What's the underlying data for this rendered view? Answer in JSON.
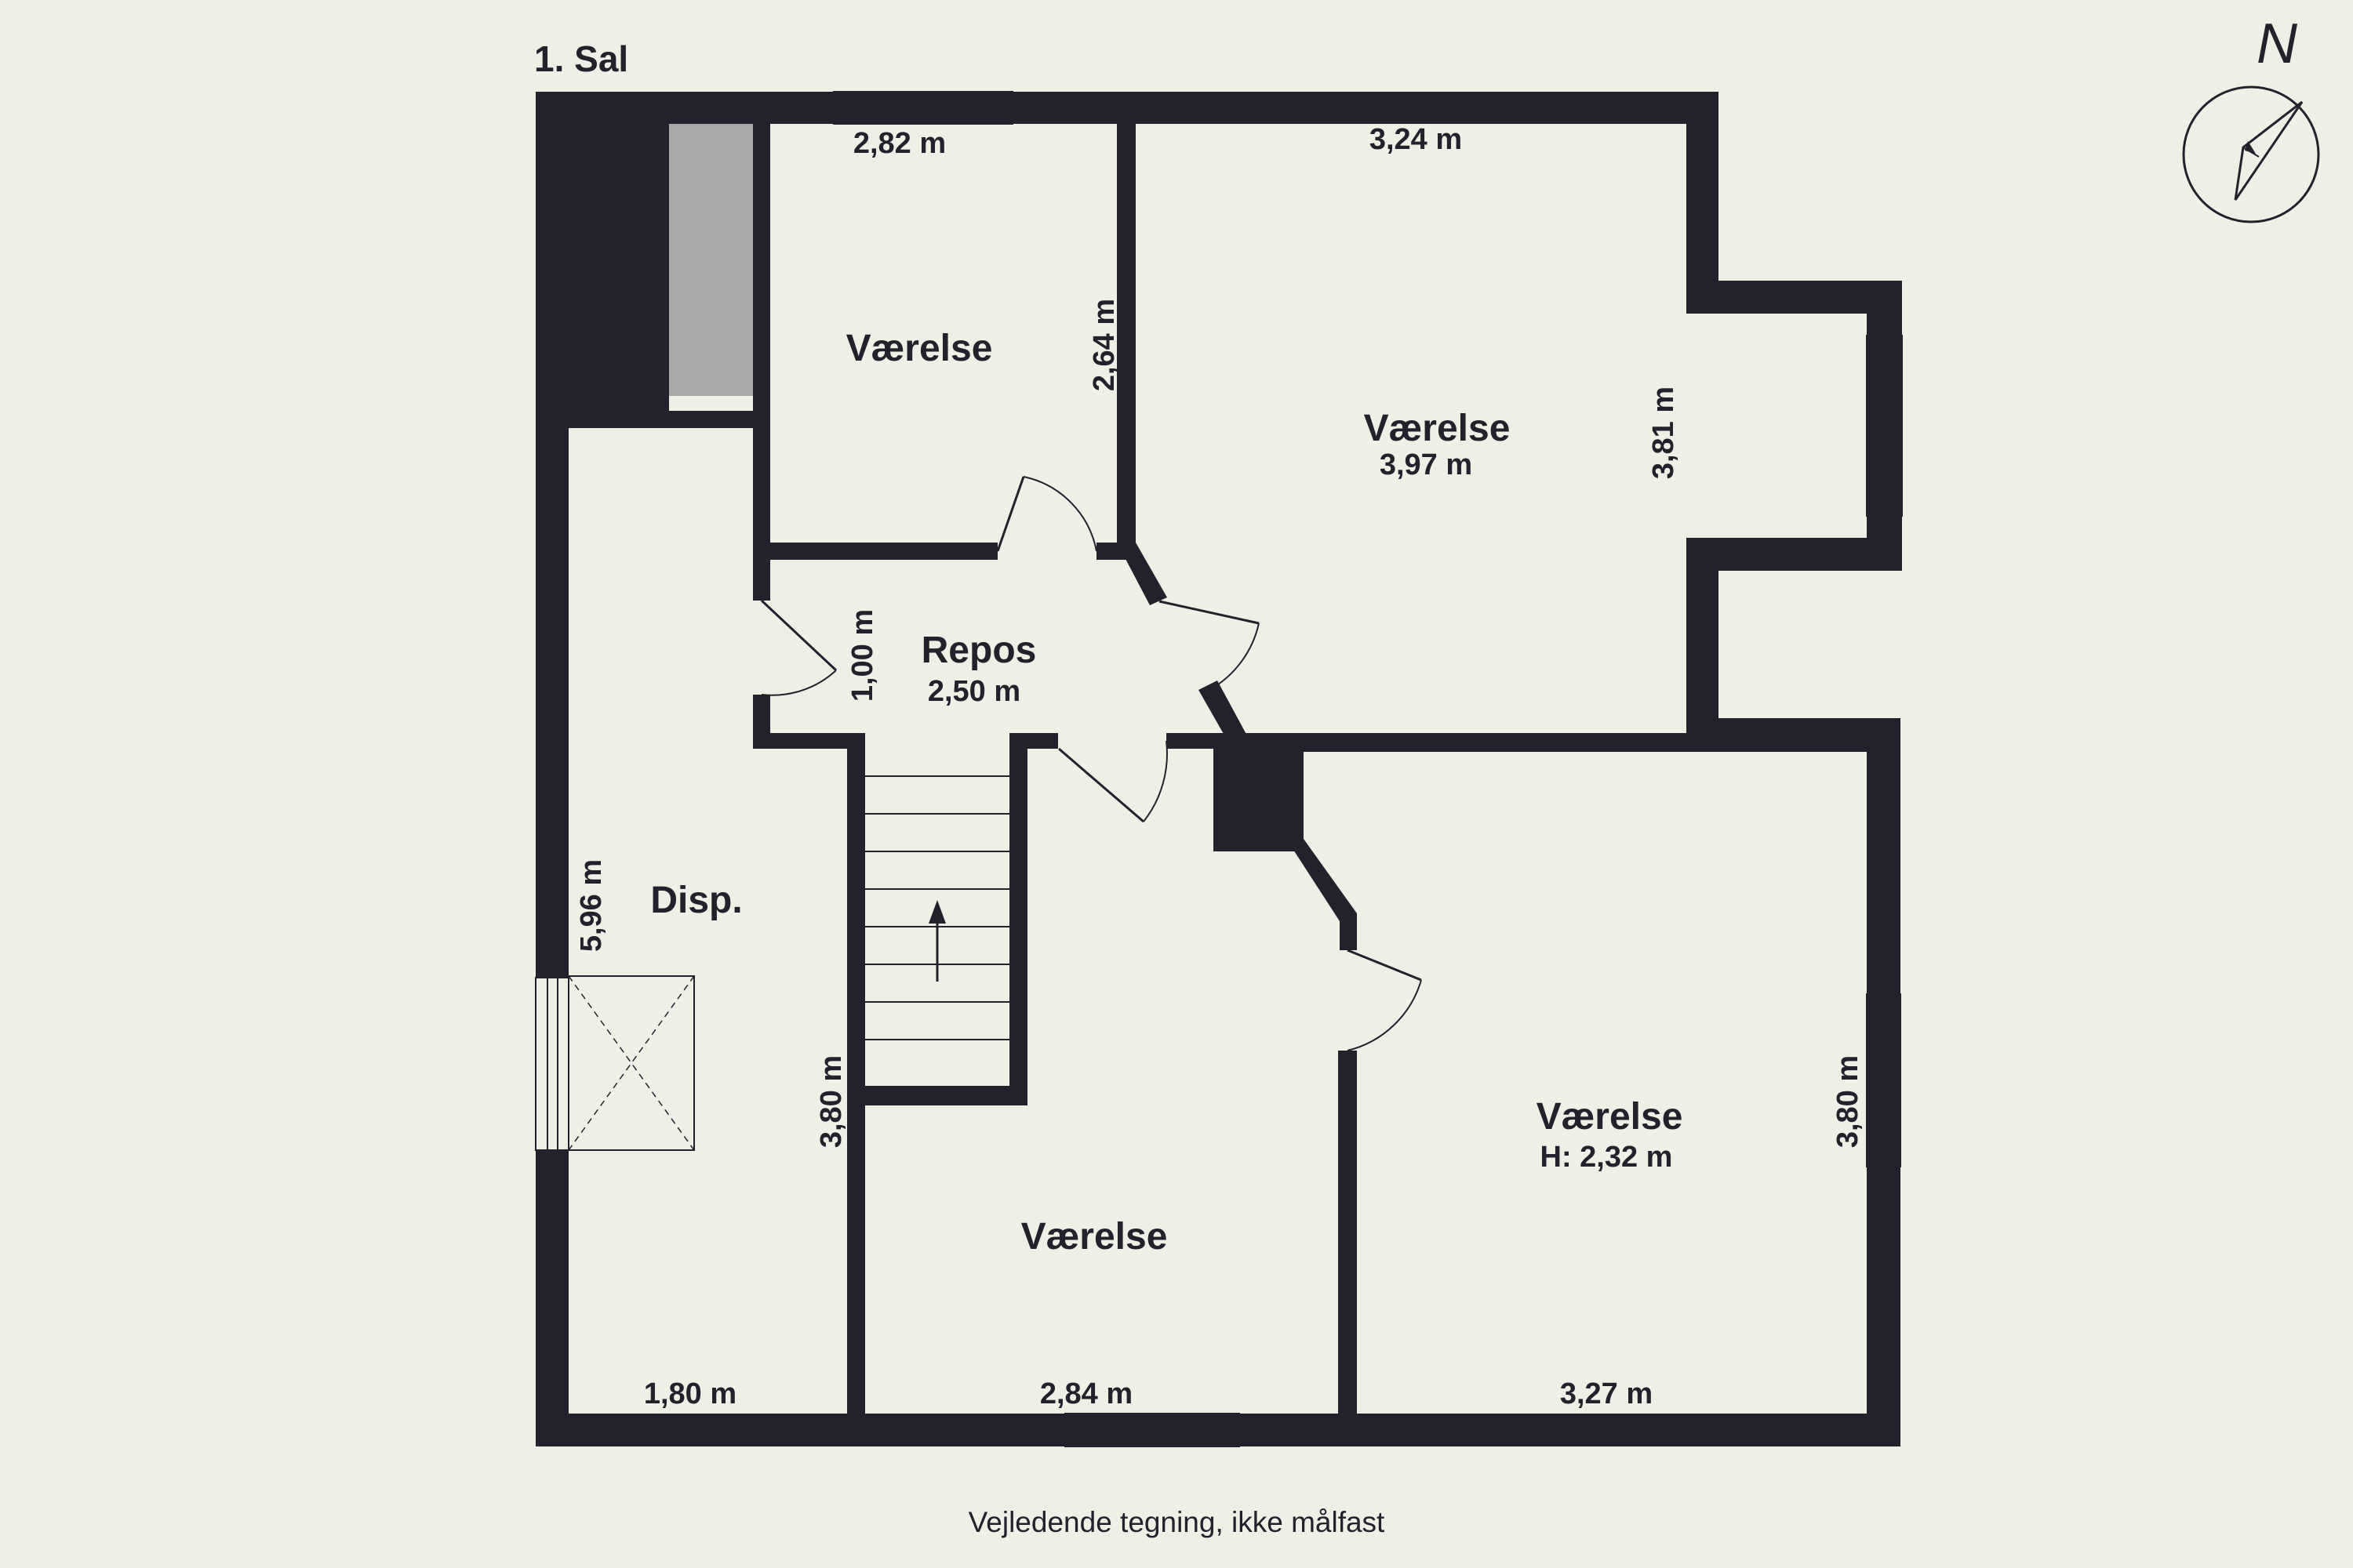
{
  "floor": {
    "title": "1. Sal"
  },
  "compass": {
    "north_label": "N"
  },
  "rooms": [
    {
      "id": "vaerelse-1",
      "name": "Værelse"
    },
    {
      "id": "vaerelse-2",
      "name": "Værelse",
      "width": "3,97 m"
    },
    {
      "id": "repos",
      "name": "Repos",
      "width": "2,50 m"
    },
    {
      "id": "disp",
      "name": "Disp."
    },
    {
      "id": "vaerelse-3",
      "name": "Værelse"
    },
    {
      "id": "vaerelse-4",
      "name": "Værelse",
      "height": "H: 2,32 m"
    }
  ],
  "dimensions": {
    "room1_width": "2,82 m",
    "room1_depth": "2,64 m",
    "room2_top": "3,24 m",
    "room2_depth": "3,81 m",
    "repos_depth": "1,00 m",
    "disp_depth": "5,96 m",
    "disp_width": "1,80 m",
    "room3_depth": "3,80 m",
    "room3_width": "2,84 m",
    "room4_depth": "3,80 m",
    "room4_width": "3,27 m"
  },
  "footer": {
    "note": "Vejledende tegning, ikke målfast"
  },
  "colors": {
    "wall": "#23212b",
    "background": "#f0efe6",
    "chimney_fill": "#a8a8a8"
  }
}
